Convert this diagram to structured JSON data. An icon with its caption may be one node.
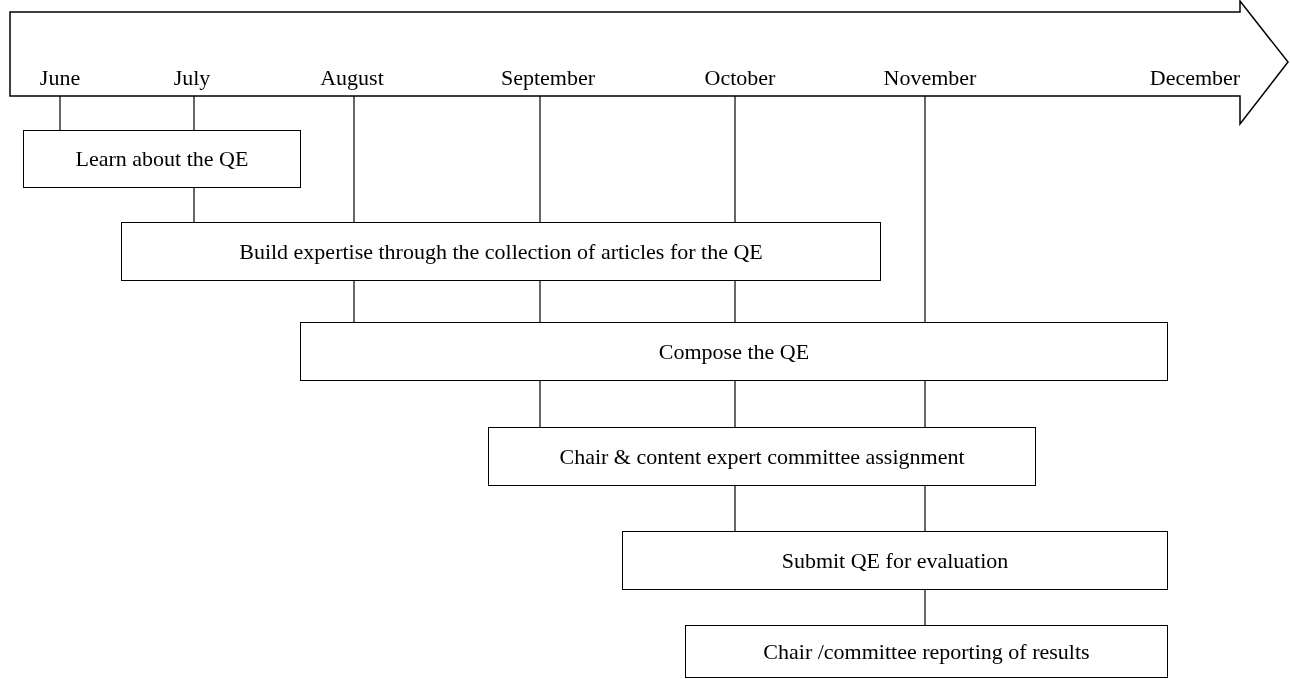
{
  "diagram": {
    "nodes": [
      {
        "text": [],
        "shape": "arrow"
      },
      {
        "text": [
          "June"
        ],
        "in": 0
      },
      {
        "text": [
          "July"
        ],
        "in": 0
      },
      {
        "text": [
          "August"
        ],
        "in": 0
      },
      {
        "text": [
          "September"
        ],
        "in": 0
      },
      {
        "text": [
          "October"
        ],
        "in": 0
      },
      {
        "text": [
          "November"
        ],
        "in": 0
      },
      {
        "text": [
          "December"
        ],
        "in": 0
      },
      {
        "text": [
          "Learn about the QE"
        ]
      },
      {
        "text": [
          "Build expertise through the collection of articles for the QE"
        ]
      },
      {
        "text": [
          "Compose the QE"
        ]
      },
      {
        "text": [
          "Chair & content expert committee assignment"
        ]
      },
      {
        "text": [
          "Submit QE for evaluation"
        ]
      },
      {
        "text": [
          "Chair /committee reporting of results"
        ]
      }
    ],
    "edges": [
      {
        "from": 1,
        "to": 8,
        "arrow": "none"
      },
      {
        "from": 2,
        "to": 8,
        "arrow": "none"
      },
      {
        "from": 8,
        "to": 9,
        "arrow": "none"
      },
      {
        "from": 3,
        "to": 9,
        "arrow": "none"
      },
      {
        "from": 4,
        "to": 9,
        "arrow": "none"
      },
      {
        "from": 5,
        "to": 9,
        "arrow": "none"
      },
      {
        "from": 9,
        "to": 10,
        "arrow": "none"
      },
      {
        "from": 9,
        "to": 10,
        "arrow": "none"
      },
      {
        "from": 9,
        "to": 10,
        "arrow": "none"
      },
      {
        "from": 6,
        "to": 10,
        "arrow": "none"
      },
      {
        "from": 10,
        "to": 11,
        "arrow": "none"
      },
      {
        "from": 10,
        "to": 11,
        "arrow": "none"
      },
      {
        "from": 10,
        "to": 11,
        "arrow": "none"
      },
      {
        "from": 11,
        "to": 12,
        "arrow": "none"
      },
      {
        "from": 11,
        "to": 12,
        "arrow": "none"
      },
      {
        "from": 12,
        "to": 13,
        "arrow": "none"
      }
    ]
  }
}
